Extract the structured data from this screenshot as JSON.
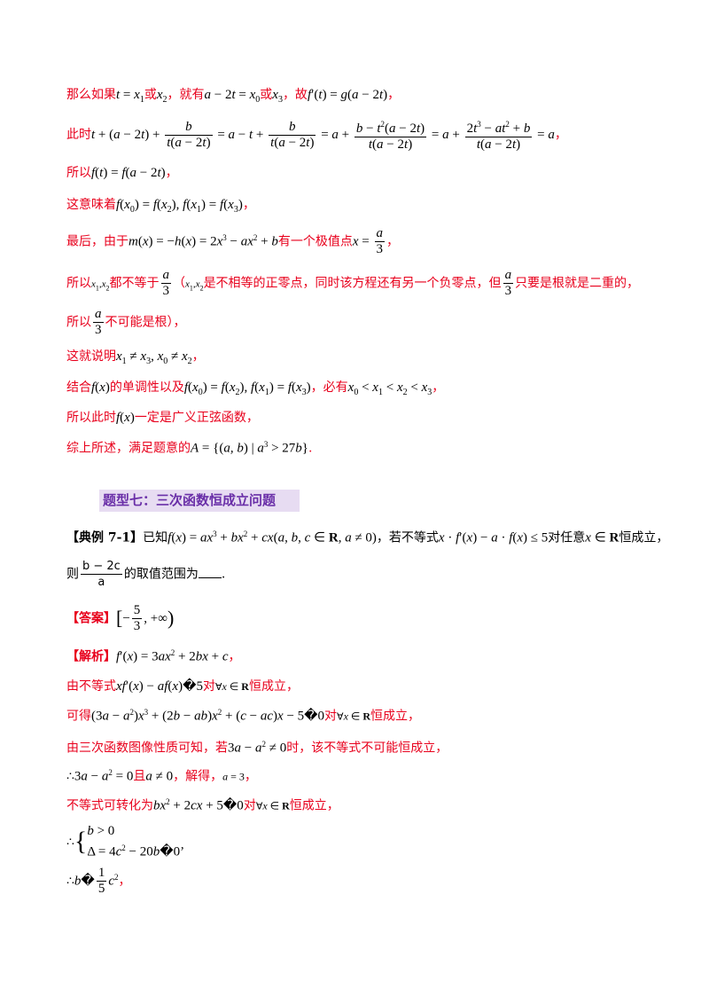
{
  "lines": {
    "l1": {
      "a": "那么如果",
      "b": "或",
      "c": "，就有",
      "d": "或",
      "e": "，故",
      "f": "，"
    },
    "l2": {
      "a": "此时",
      "end": "，"
    },
    "l3": {
      "a": "所以",
      "end": "，"
    },
    "l4": {
      "a": "这意味着",
      "end": "，"
    },
    "l5": {
      "a": "最后，由于",
      "b": "有一个极值点",
      "end": "，"
    },
    "l6": {
      "a": "所以",
      "b": "都不等于",
      "c": "（",
      "d": "是不相等的正零点，同时该方程还有另一个负零点，但",
      "e": "只要是根就是二重的，"
    },
    "l7": {
      "a": "所以",
      "b": "不可能是根），"
    },
    "l8": {
      "a": "这就说明",
      "end": "，"
    },
    "l9": {
      "a": "结合",
      "b": "的单调性以及",
      "c": "，必有",
      "end": "，"
    },
    "l10": {
      "a": "所以此时",
      "b": "一定是广义正弦函数，"
    },
    "l11": {
      "a": "综上所述，满足题意的",
      "end": "."
    }
  },
  "section_heading": "题型七：三次函数恒成立问题",
  "example": {
    "label": "【典例 7-1】",
    "a": "已知",
    "b": "，若不等式",
    "c": "对任意",
    "d": "恒成立，",
    "e": "则",
    "f": "的取值范围为",
    "g": "."
  },
  "answer": {
    "label": "【答案】"
  },
  "analysis": {
    "label": "【解析】",
    "end": "，"
  },
  "steps": {
    "s1": {
      "a": "由不等式",
      "b": "对",
      "c": "恒成立，"
    },
    "s2": {
      "a": "可得",
      "b": "对",
      "c": "恒成立，"
    },
    "s3": {
      "a": "由三次函数图像性质可知，若",
      "b": "时，该不等式不可能恒成立，"
    },
    "s4": {
      "a": "∴",
      "b": "且",
      "c": "，解得，",
      "end": "，"
    },
    "s5": {
      "a": "不等式可转化为",
      "b": "对",
      "c": "恒成立，"
    },
    "s6": {
      "a": "∴",
      "end": "’"
    },
    "s7": {
      "a": "∴",
      "end": "，"
    }
  }
}
